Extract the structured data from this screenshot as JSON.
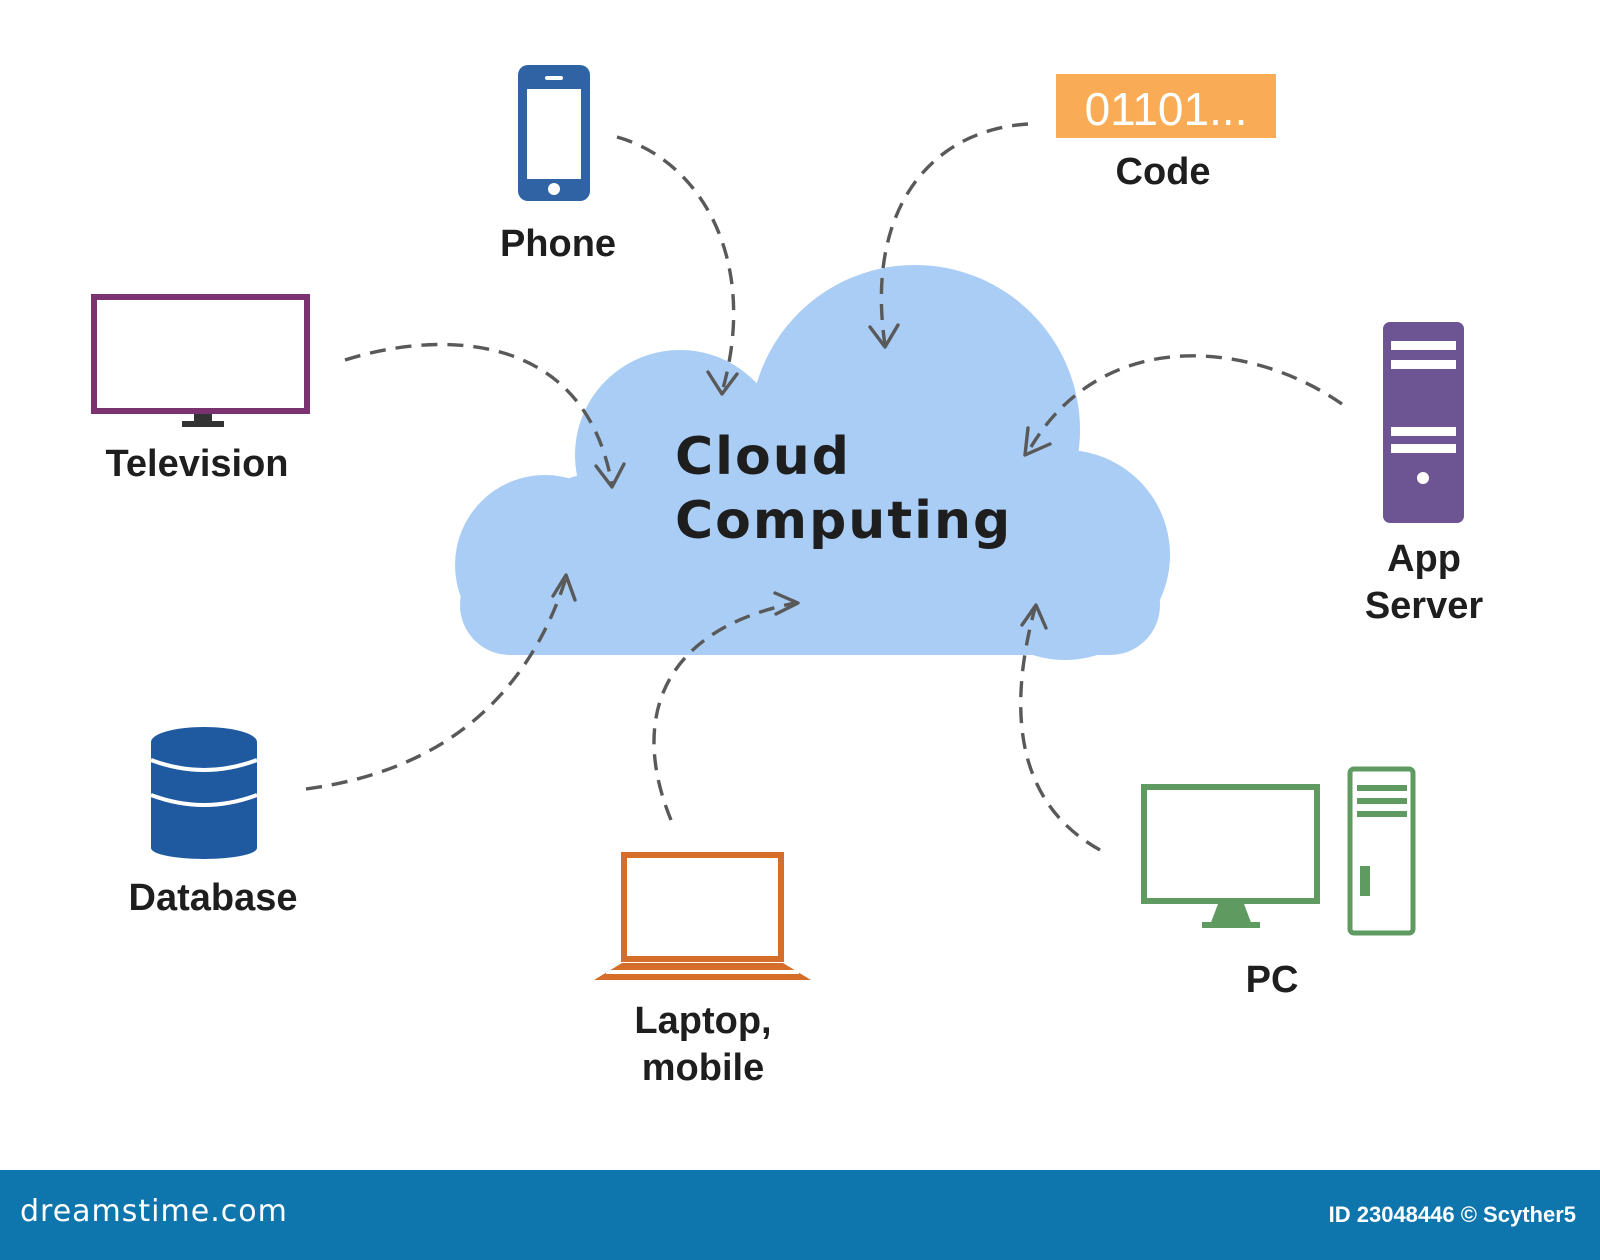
{
  "cloud": {
    "title_line1": "Cloud",
    "title_line2": "Computing",
    "color": "#aacdf5"
  },
  "nodes": {
    "phone": {
      "label": "Phone",
      "icon": "smartphone-icon",
      "color": "#2f63a3"
    },
    "code": {
      "label": "Code",
      "icon": "binary-code-badge",
      "badge_text": "01101...",
      "color": "#f9ac55"
    },
    "television": {
      "label": "Television",
      "icon": "monitor-icon",
      "color": "#7b3271"
    },
    "app_server": {
      "label_line1": "App",
      "label_line2": "Server",
      "icon": "server-tower-icon",
      "color": "#6d5593"
    },
    "database": {
      "label": "Database",
      "icon": "database-icon",
      "color": "#1f5aa0"
    },
    "laptop": {
      "label_line1": "Laptop,",
      "label_line2": "mobile",
      "icon": "laptop-icon",
      "color": "#d46e2a"
    },
    "pc": {
      "label": "PC",
      "icon": "desktop-pc-icon",
      "color": "#5f9a60"
    }
  },
  "footer": {
    "brand": "dreamstime.com",
    "credit": "ID 23048446 © Scyther5",
    "color": "#0f75ad"
  }
}
